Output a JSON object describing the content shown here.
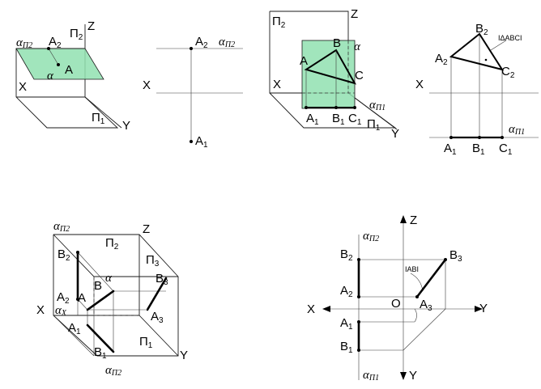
{
  "colors": {
    "plane_fill": "#90e0b0",
    "line": "#1a1a1a",
    "background": "#ffffff"
  },
  "fig1": {
    "Z": "Z",
    "X": "X",
    "Y": "Y",
    "P2": "П",
    "P2_sub": "2",
    "P1": "П",
    "P1_sub": "1",
    "alpha": "α",
    "alpha_sub": "П2",
    "A2": "A",
    "A2_sub": "2",
    "A": "A",
    "alpha_in_plane": "α"
  },
  "fig2": {
    "X": "X",
    "A2": "A",
    "A2_sub": "2",
    "alpha": "α",
    "alpha_sub": "П2",
    "A1": "A",
    "A1_sub": "1"
  },
  "fig3": {
    "Z": "Z",
    "X": "X",
    "Y": "Y",
    "P2": "П",
    "P2_sub": "2",
    "P1": "П",
    "P1_sub": "1",
    "A": "A",
    "B": "B",
    "C": "C",
    "alpha": "α",
    "alpha_pi1": "α",
    "alpha_pi1_sub": "П1",
    "A1": "A",
    "A1_sub": "1",
    "B1": "B",
    "B1_sub": "1",
    "C1": "C",
    "C1_sub": "1"
  },
  "fig4": {
    "X": "X",
    "true_size": "IΔABCI",
    "B2": "B",
    "B2_sub": "2",
    "A2": "A",
    "A2_sub": "2",
    "C2": "C",
    "C2_sub": "2",
    "alpha": "α",
    "alpha_sub": "П1",
    "A1": "A",
    "A1_sub": "1",
    "B1": "B",
    "B1_sub": "1",
    "C1": "C",
    "C1_sub": "1"
  },
  "fig5": {
    "Z": "Z",
    "X": "X",
    "Y": "Y",
    "alpha_top": "α",
    "alpha_top_sub": "П2",
    "P2": "П",
    "P2_sub": "2",
    "P3": "П",
    "P3_sub": "3",
    "P1": "П",
    "P1_sub": "1",
    "B2": "B",
    "B2_sub": "2",
    "A2": "A",
    "A2_sub": "2",
    "A": "A",
    "B": "B",
    "alpha_mid": "α",
    "alpha_x": "α",
    "alpha_x_sub": "X",
    "B3": "B",
    "B3_sub": "3",
    "A3": "A",
    "A3_sub": "3",
    "A1": "A",
    "A1_sub": "1",
    "B1": "B",
    "B1_sub": "1",
    "alpha_bot": "α",
    "alpha_bot_sub": "П2"
  },
  "fig6": {
    "Z": "Z",
    "X": "X",
    "Y_right": "Y",
    "Y_down": "Y",
    "O": "O",
    "alpha_top": "α",
    "alpha_top_sub": "П2",
    "true_len": "IABI",
    "B2": "B",
    "B2_sub": "2",
    "A2": "A",
    "A2_sub": "2",
    "B3": "B",
    "B3_sub": "3",
    "A3": "A",
    "A3_sub": "3",
    "A1": "A",
    "A1_sub": "1",
    "B1": "B",
    "B1_sub": "1",
    "alpha_bot": "α",
    "alpha_bot_sub": "П1"
  }
}
